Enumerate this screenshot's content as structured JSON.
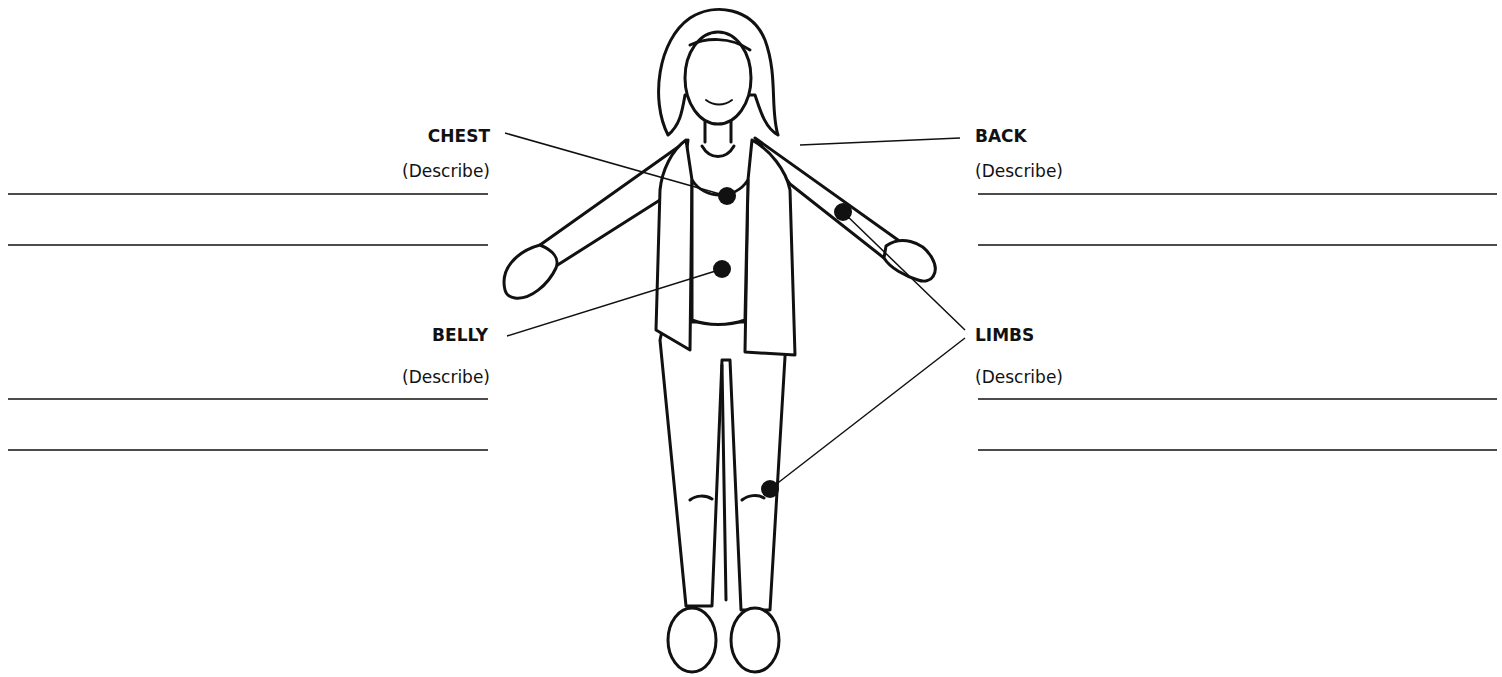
{
  "diagram": {
    "labels": [
      "CHEST",
      "(Describe)",
      "BACK",
      "(Describe)",
      "BELLY",
      "(Describe)",
      "LIMBS",
      "(Describe)"
    ]
  }
}
